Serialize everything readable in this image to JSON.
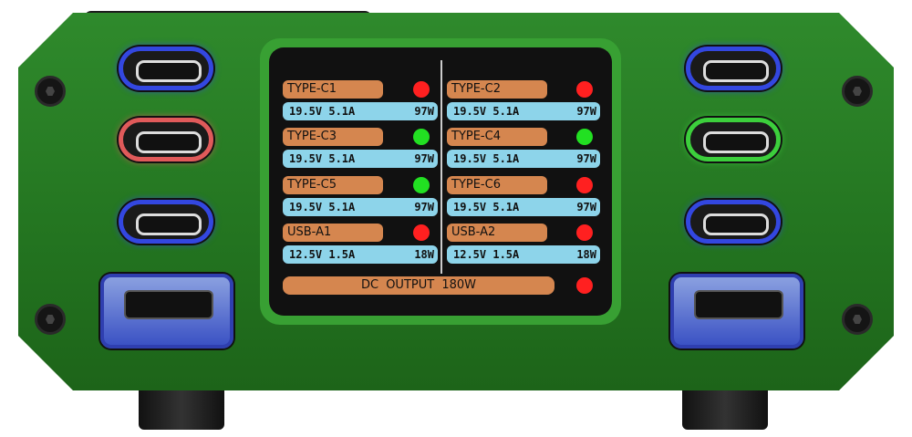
{
  "channels": [
    {
      "name": "TYPE-C1",
      "reading": "19.5V 5.1A",
      "power": "97W",
      "status_color": "#ff2020"
    },
    {
      "name": "TYPE-C2",
      "reading": "19.5V 5.1A",
      "power": "97W",
      "status_color": "#ff2020"
    },
    {
      "name": "TYPE-C3",
      "reading": "19.5V 5.1A",
      "power": "97W",
      "status_color": "#22e022"
    },
    {
      "name": "TYPE-C4",
      "reading": "19.5V 5.1A",
      "power": "97W",
      "status_color": "#22e022"
    },
    {
      "name": "TYPE-C5",
      "reading": "19.5V 5.1A",
      "power": "97W",
      "status_color": "#22e022"
    },
    {
      "name": "TYPE-C6",
      "reading": "19.5V 5.1A",
      "power": "97W",
      "status_color": "#ff2020"
    },
    {
      "name": "USB-A1",
      "reading": "12.5V 1.5A",
      "power": "18W",
      "status_color": "#ff2020"
    },
    {
      "name": "USB-A2",
      "reading": "12.5V 1.5A",
      "power": "18W",
      "status_color": "#ff2020"
    }
  ],
  "dc_output": {
    "label": "DC OUTPUT  180W",
    "status_color": "#ff2020"
  },
  "port_rings": {
    "left": [
      "#3347e0",
      "#e05a5a",
      "#3347e0"
    ],
    "right": [
      "#3347e0",
      "#3ccf3c",
      "#3347e0"
    ]
  }
}
